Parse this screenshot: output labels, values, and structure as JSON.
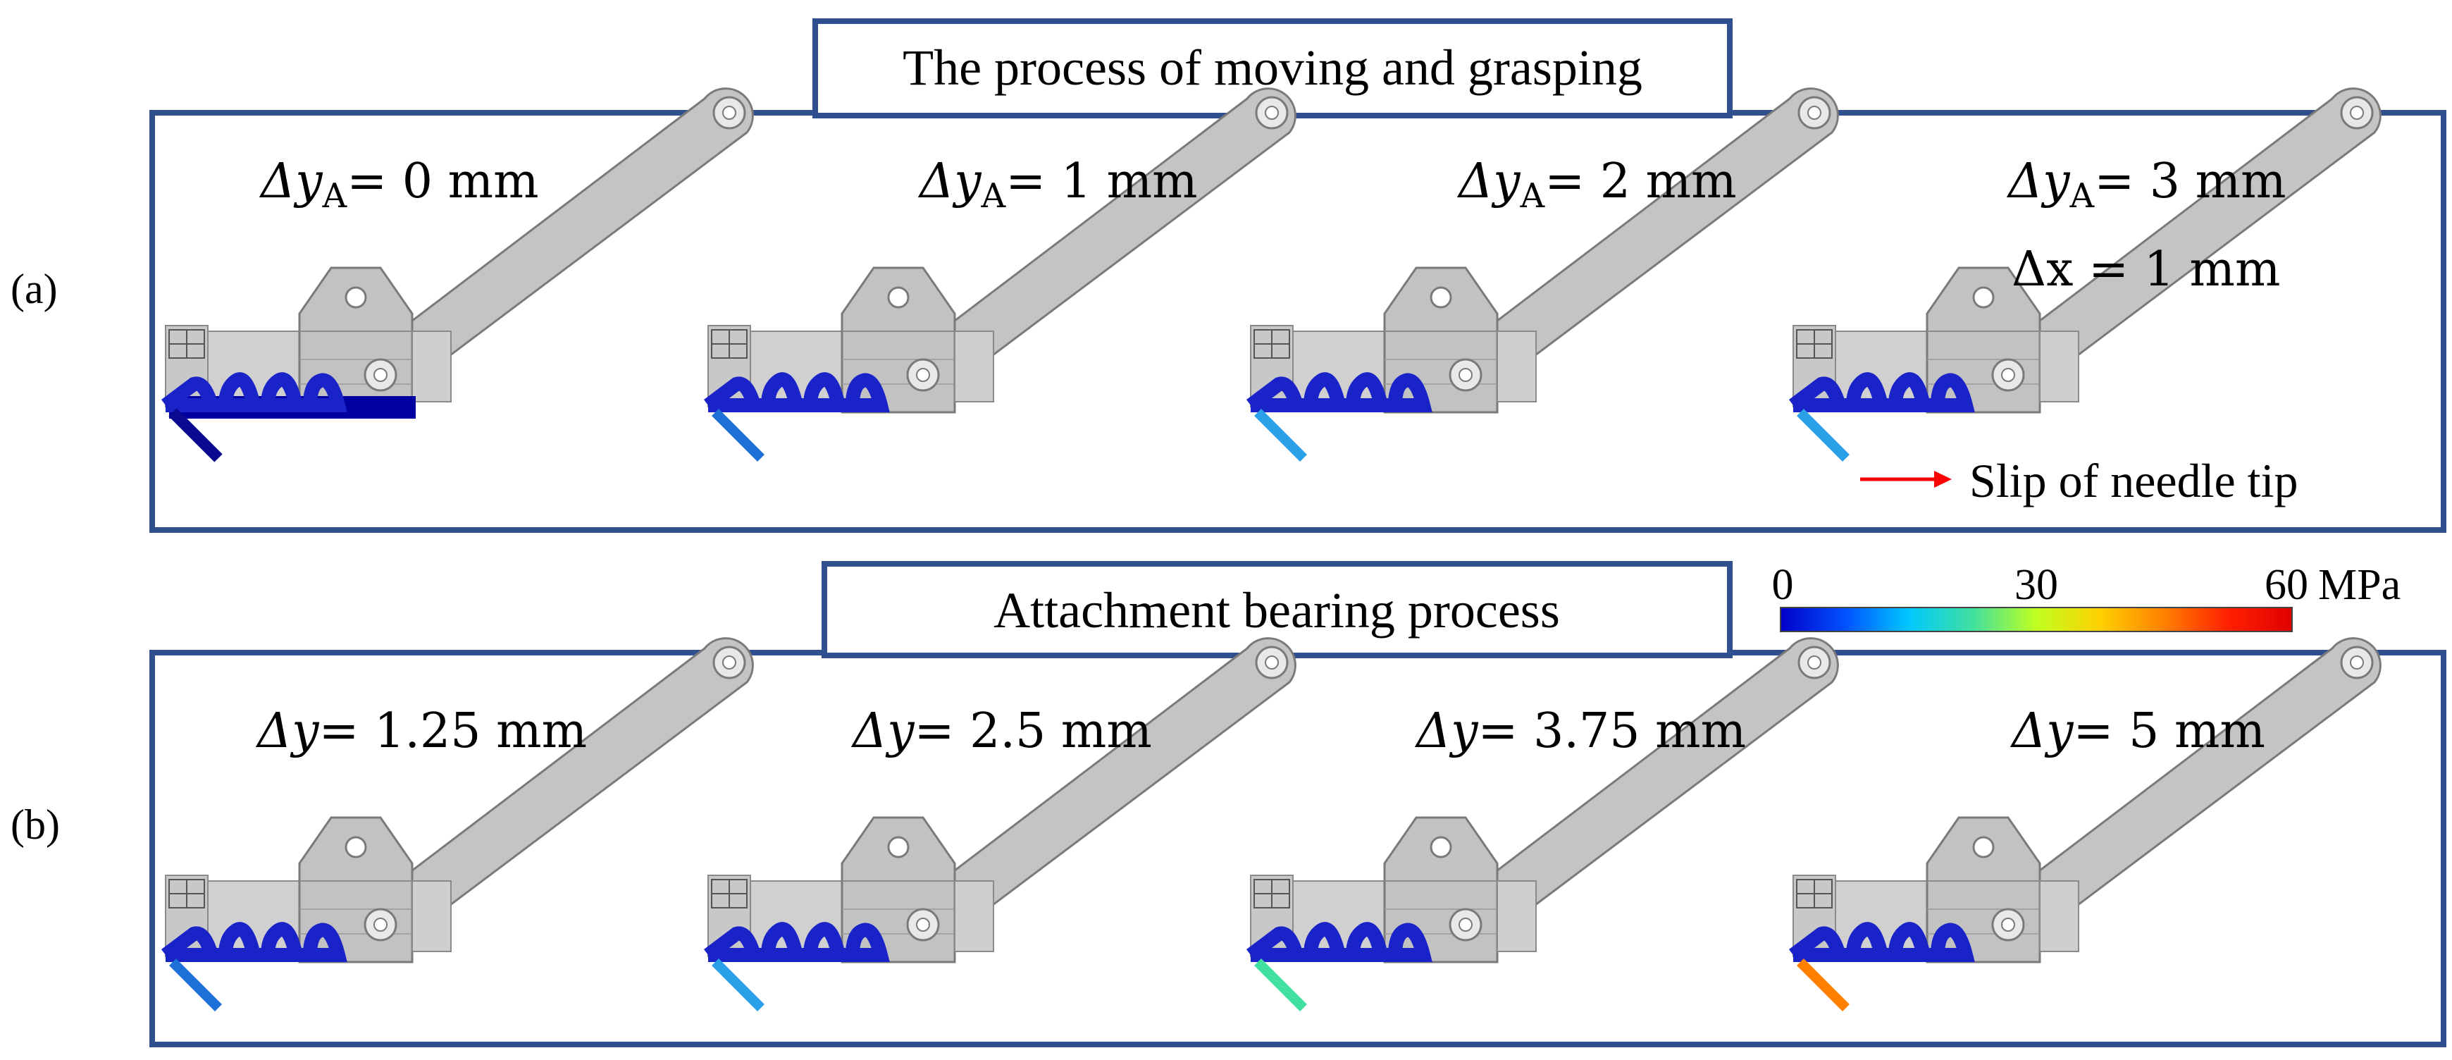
{
  "panel_a": {
    "tag": "(a)",
    "title": "The process of moving and grasping",
    "frames": [
      {
        "dy_label": "Δy",
        "sub": "A",
        "value": "= 0 mm",
        "extra": ""
      },
      {
        "dy_label": "Δy",
        "sub": "A",
        "value": "= 1 mm",
        "extra": ""
      },
      {
        "dy_label": "Δy",
        "sub": "A",
        "value": "= 2 mm",
        "extra": ""
      },
      {
        "dy_label": "Δy",
        "sub": "A",
        "value": "= 3 mm",
        "extra": "Δx = 1 mm"
      }
    ],
    "annotation": "Slip of needle tip"
  },
  "panel_b": {
    "tag": "(b)",
    "title": "Attachment bearing process",
    "frames": [
      {
        "dy_label": "Δy",
        "value": "= 1.25 mm"
      },
      {
        "dy_label": "Δy",
        "value": "= 2.5 mm"
      },
      {
        "dy_label": "Δy",
        "value": "= 3.75 mm"
      },
      {
        "dy_label": "Δy",
        "value": "= 5 mm"
      }
    ]
  },
  "colorbar": {
    "min": "0",
    "mid": "30",
    "max": "60",
    "unit": "MPa",
    "colors": [
      "#0000c8",
      "#0050ff",
      "#00c8ff",
      "#40e0a0",
      "#c0ff20",
      "#ffd000",
      "#ff8000",
      "#ff2000",
      "#e00000"
    ]
  },
  "colors": {
    "frame": "#2f4f8f",
    "mechanism": "#bdbdbd",
    "mechanism_edge": "#7a7a7a",
    "spring": "#1a23c8",
    "arrow": "#ff0000"
  }
}
